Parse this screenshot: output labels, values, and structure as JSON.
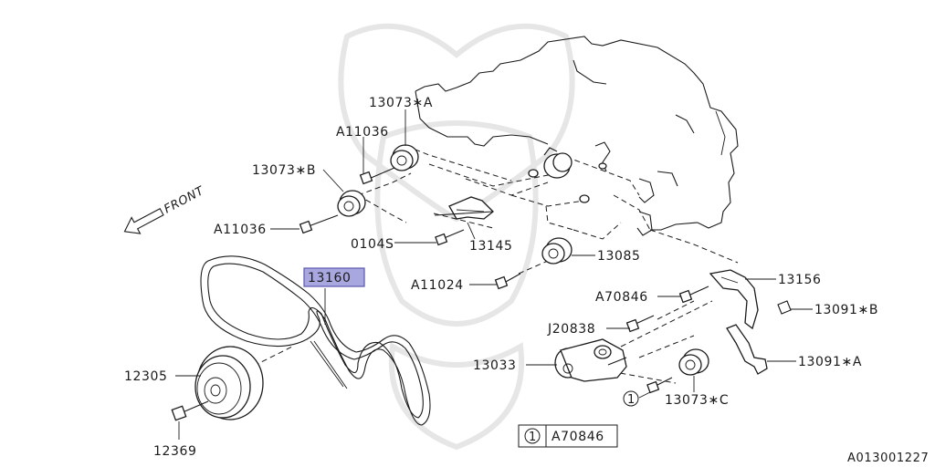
{
  "diagram": {
    "front_label": "FRONT",
    "catalog_code": "A013001227",
    "legend": {
      "marker": "1",
      "part": "A70846"
    },
    "callouts": [
      {
        "id": "13073-a",
        "text": "13073∗A"
      },
      {
        "id": "a11036-top",
        "text": "A11036"
      },
      {
        "id": "13073-b",
        "text": "13073∗B"
      },
      {
        "id": "a11036-left",
        "text": "A11036"
      },
      {
        "id": "0104s",
        "text": "0104S"
      },
      {
        "id": "13145",
        "text": "13145"
      },
      {
        "id": "13085",
        "text": "13085"
      },
      {
        "id": "a11024",
        "text": "A11024"
      },
      {
        "id": "13160",
        "text": "13160"
      },
      {
        "id": "13156",
        "text": "13156"
      },
      {
        "id": "a70846",
        "text": "A70846"
      },
      {
        "id": "13091-b",
        "text": "13091∗B"
      },
      {
        "id": "j20838",
        "text": "J20838"
      },
      {
        "id": "13033",
        "text": "13033"
      },
      {
        "id": "13091-a",
        "text": "13091∗A"
      },
      {
        "id": "12305",
        "text": "12305"
      },
      {
        "id": "13073-c",
        "text": "13073∗C"
      },
      {
        "id": "marker-1",
        "text": "1"
      },
      {
        "id": "12369",
        "text": "12369"
      }
    ]
  },
  "colors": {
    "ink": "#1a1a1a",
    "highlight_fill": "#a9a7e0",
    "highlight_stroke": "#5a55b0",
    "watermark": "#e6e6e6"
  }
}
